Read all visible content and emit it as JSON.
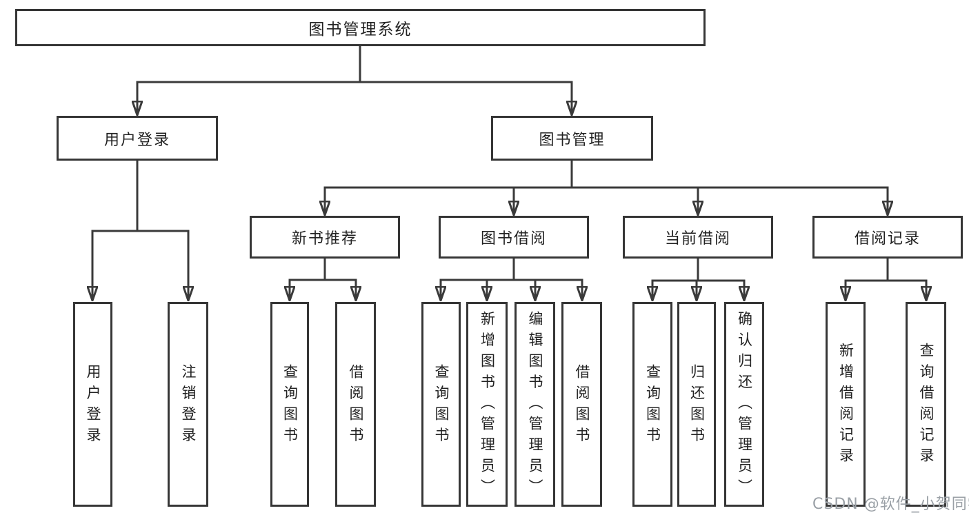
{
  "tree": {
    "label": "图书管理系统",
    "children": [
      {
        "label": "用户登录",
        "children": [
          {
            "label": "用户登录"
          },
          {
            "label": "注销登录"
          }
        ]
      },
      {
        "label": "图书管理",
        "children": [
          {
            "label": "新书推荐",
            "children": [
              {
                "label": "查询图书"
              },
              {
                "label": "借阅图书"
              }
            ]
          },
          {
            "label": "图书借阅",
            "children": [
              {
                "label": "查询图书"
              },
              {
                "label": "新增图书（管理员）"
              },
              {
                "label": "编辑图书（管理员）"
              },
              {
                "label": "借阅图书"
              }
            ]
          },
          {
            "label": "当前借阅",
            "children": [
              {
                "label": "查询图书"
              },
              {
                "label": "归还图书"
              },
              {
                "label": "确认归还（管理员）"
              }
            ]
          },
          {
            "label": "借阅记录",
            "children": [
              {
                "label": "新增借阅记录"
              },
              {
                "label": "查询借阅记录"
              }
            ]
          }
        ]
      }
    ]
  },
  "watermark": {
    "text": "CSDN @软件_小贺同学",
    "color": "#9aa0a6"
  },
  "colors": {
    "line": "#3a3a3a",
    "box_border": "#363636",
    "text": "#222222",
    "background": "#ffffff"
  }
}
